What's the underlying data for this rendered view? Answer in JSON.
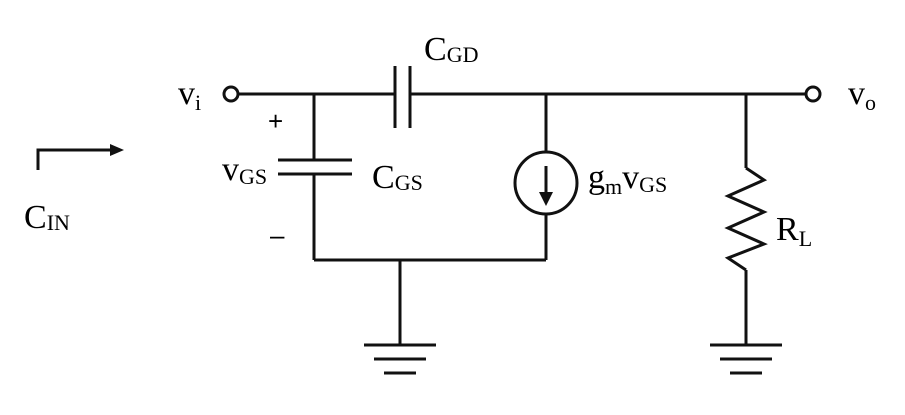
{
  "diagram": {
    "nodes": {
      "input": {
        "main": "v",
        "sub": "i"
      },
      "output": {
        "main": "v",
        "sub": "o"
      }
    },
    "components": {
      "cgd": {
        "main": "C",
        "sub": "GD"
      },
      "cgs": {
        "main": "C",
        "sub": "GS"
      },
      "vgs": {
        "main": "v",
        "sub": "GS"
      },
      "current_source": {
        "g": "g",
        "g_sub": "m",
        "v": "v",
        "v_sub": "GS"
      },
      "rl": {
        "main": "R",
        "sub": "L"
      }
    },
    "polarity": {
      "plus": "+",
      "minus": "–"
    },
    "cin": {
      "main": "C",
      "sub": "IN"
    }
  }
}
